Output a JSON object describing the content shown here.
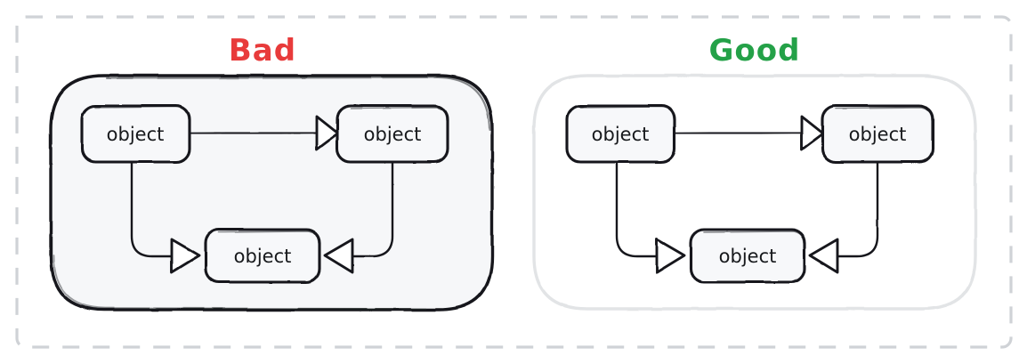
{
  "diagram": {
    "title_alt": "Bad versus Good object dependency grouping",
    "outer_frame": {
      "name": "dashed-canvas-border",
      "style": "dashed",
      "color": "#cfd2d6"
    },
    "panels": [
      {
        "id": "bad",
        "label": "Bad",
        "label_color": "#e83b3b",
        "container": {
          "border_color": "#16181b",
          "fill_color": "#f6f7f9",
          "emphasis": "strong"
        },
        "nodes": [
          {
            "id": "bad-node-top-left",
            "label": "object"
          },
          {
            "id": "bad-node-top-right",
            "label": "object"
          },
          {
            "id": "bad-node-bottom",
            "label": "object"
          }
        ],
        "edges": [
          {
            "id": "bad-edge-top",
            "from": "bad-node-top-left",
            "to": "bad-node-top-right",
            "arrow": "open-triangle-right"
          },
          {
            "id": "bad-edge-left",
            "from": "bad-node-top-left",
            "to": "bad-node-bottom",
            "arrow": "open-triangle-right"
          },
          {
            "id": "bad-edge-right",
            "from": "bad-node-top-right",
            "to": "bad-node-bottom",
            "arrow": "open-triangle-left"
          }
        ]
      },
      {
        "id": "good",
        "label": "Good",
        "label_color": "#24a148",
        "container": {
          "border_color": "#e2e4e6",
          "fill_color": "#ffffff",
          "emphasis": "muted"
        },
        "nodes": [
          {
            "id": "good-node-top-left",
            "label": "object"
          },
          {
            "id": "good-node-top-right",
            "label": "object"
          },
          {
            "id": "good-node-bottom",
            "label": "object"
          }
        ],
        "edges": [
          {
            "id": "good-edge-top",
            "from": "good-node-top-left",
            "to": "good-node-top-right",
            "arrow": "open-triangle-right"
          },
          {
            "id": "good-edge-left",
            "from": "good-node-top-left",
            "to": "good-node-bottom",
            "arrow": "open-triangle-right"
          },
          {
            "id": "good-edge-right",
            "from": "good-node-top-right",
            "to": "good-node-bottom",
            "arrow": "open-triangle-left"
          }
        ]
      }
    ],
    "colors": {
      "ink": "#16181b",
      "node_fill": "#f7f8fa",
      "muted_border": "#e2e4e6",
      "dashed_border": "#cfd2d6",
      "bad": "#e83b3b",
      "good": "#24a148"
    }
  }
}
